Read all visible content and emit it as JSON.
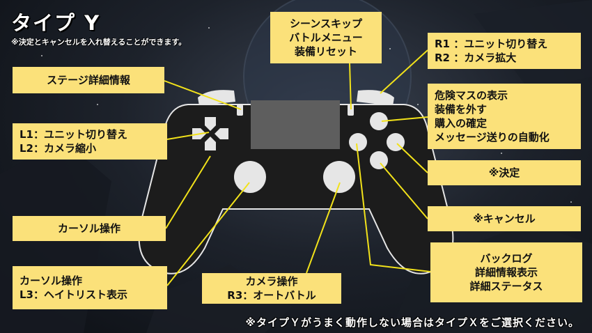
{
  "title": "タイプ Y",
  "subtitle": "※決定とキャンセルを入れ替えることができます。",
  "footnote": "※タイプＹがうまく動作しない場合はタイプＸをご選択ください。",
  "labels": {
    "stage_detail": "ステージ詳細情報",
    "l1_unit": "L1：ユニット切り替え",
    "l2_camera": "L2：カメラ縮小",
    "cursor_dpad": "カーソル操作",
    "cursor_l3": "カーソル操作",
    "l3_heat": "L3：ヘイトリスト表示",
    "scene_skip": "シーンスキップ",
    "battle_menu": "バトルメニュー",
    "equip_reset": "装備リセット",
    "r1_unit": "R1 ：ユニット切り替え",
    "r2_camera": "R2 ：カメラ拡大",
    "danger_show": "危険マスの表示",
    "equip_remove": "装備を外す",
    "purchase": "購入の確定",
    "msg_auto": "メッセージ送りの自動化",
    "decide": "※決定",
    "cancel": "※キャンセル",
    "camera_op": "カメラ操作",
    "r3_auto": "R3：オートバトル",
    "backlog": "バックログ",
    "detail_info": "詳細情報表示",
    "detail_status": "詳細ステータス"
  },
  "colors": {
    "label_bg": "#fbe17a",
    "line": "#f2e21a",
    "controller_body": "#1c1c1c",
    "controller_outline": "#e6e6e6",
    "button_fill": "#e6e6e6"
  }
}
